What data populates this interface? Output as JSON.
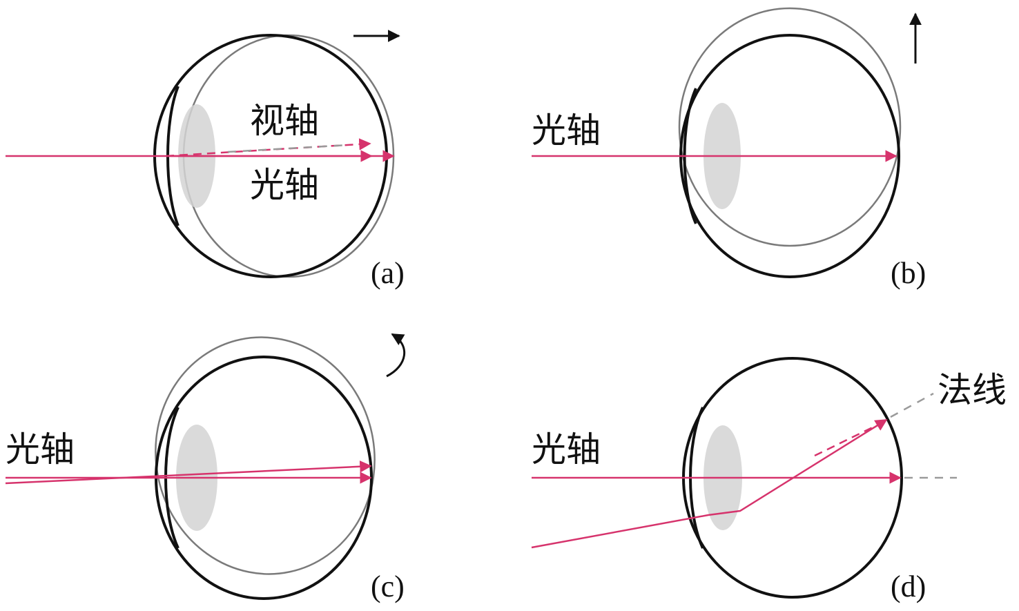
{
  "panels": {
    "a": {
      "caption": "(a)",
      "label_visual_axis": "视轴",
      "label_optical_axis": "光轴"
    },
    "b": {
      "caption": "(b)",
      "label_optical_axis": "光轴"
    },
    "c": {
      "caption": "(c)",
      "label_optical_axis": "光轴"
    },
    "d": {
      "caption": "(d)",
      "label_optical_axis": "光轴",
      "label_normal": "法线"
    }
  },
  "colors": {
    "outline": "#111111",
    "ghost_outline": "#7a7a7a",
    "ray": "#d6336c",
    "lens": "#d4d4d4"
  }
}
